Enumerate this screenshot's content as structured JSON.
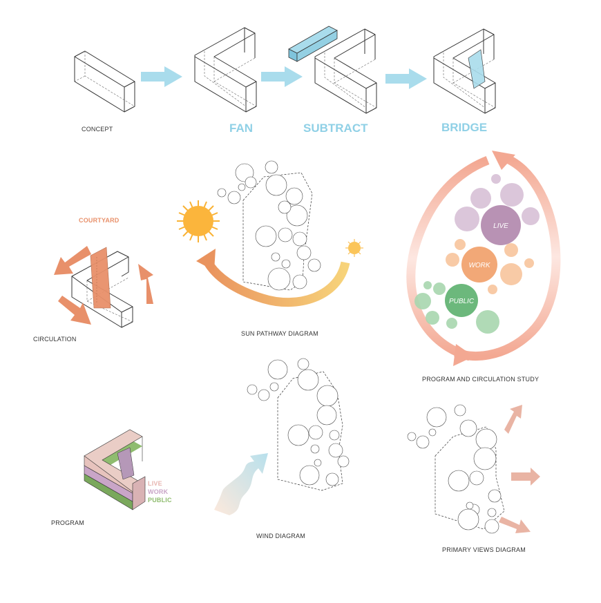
{
  "labels": {
    "concept": "CONCEPT",
    "fan": "FAN",
    "subtract": "SUBTRACT",
    "bridge": "BRIDGE",
    "courtyard": "COURTYARD",
    "circulation": "CIRCULATION",
    "sun_pathway": "SUN PATHWAY DIAGRAM",
    "program_circulation": "PROGRAM AND CIRCULATION STUDY",
    "program": "PROGRAM",
    "wind": "WIND DIAGRAM",
    "primary_views": "PRIMARY VIEWS DIAGRAM"
  },
  "program_legend": {
    "live": "LIVE",
    "work": "WORK",
    "public": "PUBLIC"
  },
  "bubbles": {
    "live": "LIVE",
    "work": "WORK",
    "public": "PUBLIC"
  },
  "colors": {
    "step_arrow": "#a9dcec",
    "title_blue": "#8fd0e6",
    "orange": "#e8906a",
    "live": "#b892b4",
    "work": "#f2a877",
    "public": "#6cb87c",
    "sun": "#f9b234"
  }
}
